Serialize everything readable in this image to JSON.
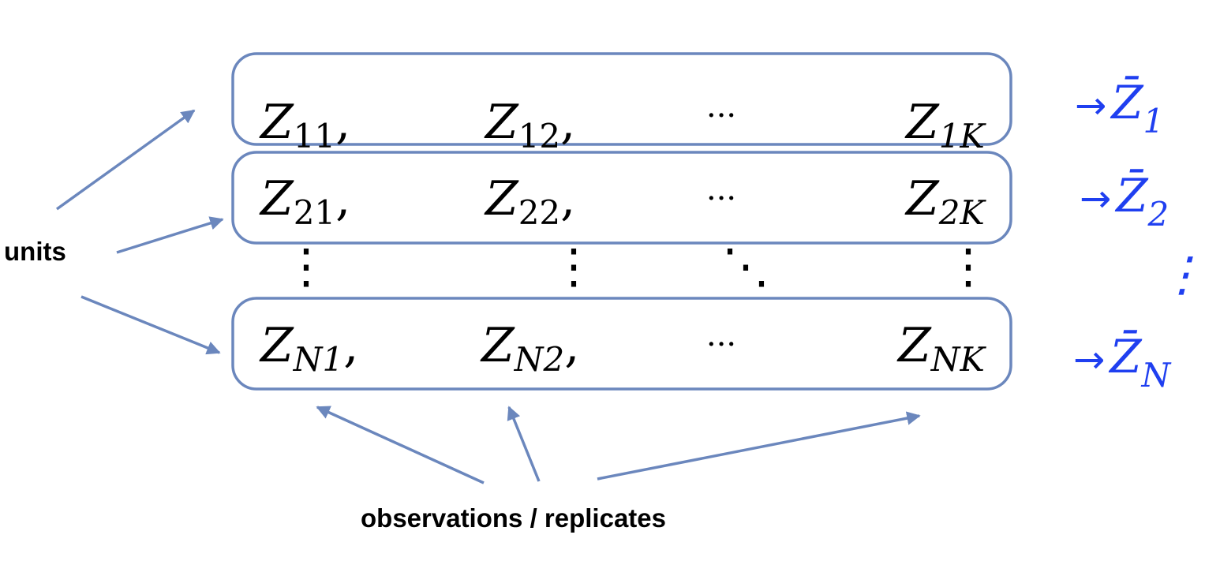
{
  "labels": {
    "units": "units",
    "observations": "observations / replicates"
  },
  "rows": [
    {
      "cells": [
        {
          "base": "Z",
          "sub": "11",
          "comma": ","
        },
        {
          "base": "Z",
          "sub": "12",
          "comma": ","
        },
        {
          "dots": "···"
        },
        {
          "base": "Z",
          "sub": "1K",
          "comma": ""
        }
      ],
      "mean": {
        "arrow": "→",
        "base": "Z̄",
        "sub": "1"
      }
    },
    {
      "cells": [
        {
          "base": "Z",
          "sub": "21",
          "comma": ","
        },
        {
          "base": "Z",
          "sub": "22",
          "comma": ","
        },
        {
          "dots": "···"
        },
        {
          "base": "Z",
          "sub": "2K",
          "comma": ""
        }
      ],
      "mean": {
        "arrow": "→",
        "base": "Z̄",
        "sub": "2"
      }
    },
    {
      "cells": [
        {
          "base": "Z",
          "sub": "N1",
          "comma": ","
        },
        {
          "base": "Z",
          "sub": "N2",
          "comma": ","
        },
        {
          "dots": "···"
        },
        {
          "base": "Z",
          "sub": "NK",
          "comma": ""
        }
      ],
      "mean": {
        "arrow": "→",
        "base": "Z̄",
        "sub": "N"
      }
    }
  ],
  "ellipsis": {
    "vertical": "⋮",
    "diagonal": "⋱"
  },
  "colors": {
    "box_stroke": "#6b87bd",
    "arrow": "#6b87bd",
    "mean_text": "#1f3ff0",
    "text": "#000000"
  }
}
